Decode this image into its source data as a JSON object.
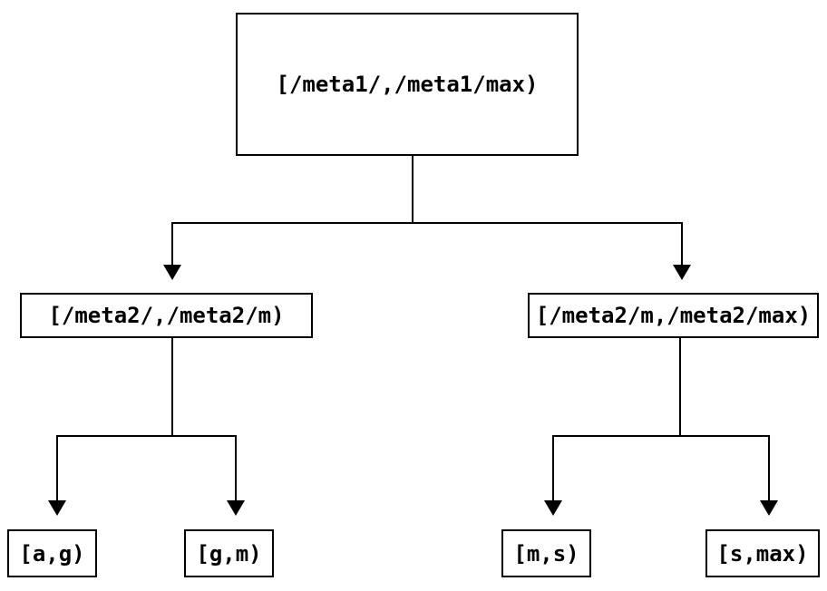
{
  "diagram": {
    "type": "tree",
    "nodes": {
      "root": {
        "label": "[/meta1/,/meta1/max)"
      },
      "left": {
        "label": "[/meta2/,/meta2/m)"
      },
      "right": {
        "label": "[/meta2/m,/meta2/max)"
      },
      "leaf_ag": {
        "label": "[a,g)"
      },
      "leaf_gm": {
        "label": "[g,m)"
      },
      "leaf_ms": {
        "label": "[m,s)"
      },
      "leaf_smax": {
        "label": "[s,max)"
      }
    },
    "edges": [
      {
        "from": "root",
        "to": "left"
      },
      {
        "from": "root",
        "to": "right"
      },
      {
        "from": "left",
        "to": "leaf_ag"
      },
      {
        "from": "left",
        "to": "leaf_gm"
      },
      {
        "from": "right",
        "to": "leaf_ms"
      },
      {
        "from": "right",
        "to": "leaf_smax"
      }
    ],
    "colors": {
      "line": "#000000",
      "text": "#000000",
      "background": "#ffffff",
      "node_fill": "#ffffff"
    }
  }
}
